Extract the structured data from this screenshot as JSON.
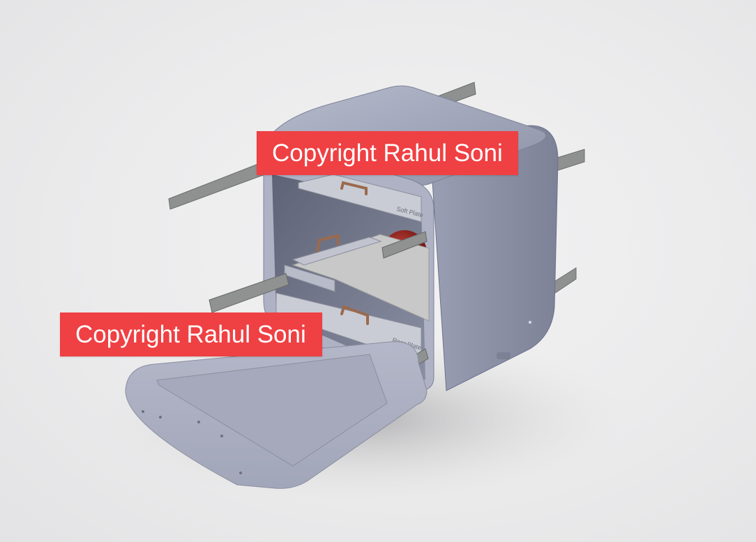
{
  "image": {
    "subject": "3D CAD render of a rounded cabinet with pull-out drawers and an open front door",
    "watermarks": [
      {
        "text": "Copyright Rahul Soni"
      },
      {
        "text": "Copyright Rahul Soni"
      }
    ],
    "colors": {
      "background": "#ebebec",
      "body": "#a3a8bd",
      "body_dark": "#7c8196",
      "interior": "#c7c8c7",
      "rail": "#8e9190",
      "handle": "#9a6a4e",
      "tank": "#9b1f1c",
      "watermark": "#ef4043"
    }
  }
}
